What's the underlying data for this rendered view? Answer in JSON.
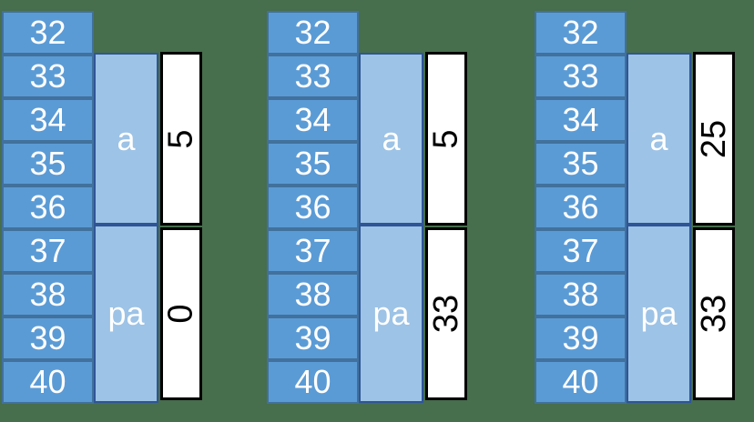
{
  "background_color": "#476E4D",
  "colors": {
    "address_fill": "#5B9BD5",
    "address_border": "#41719C",
    "address_text": "#FFFFFF",
    "label_fill": "#9DC3E6",
    "label_border": "#2F5597",
    "label_text": "#FFFFFF",
    "value_fill": "#FFFFFF",
    "value_border": "#000000",
    "value_text": "#000000"
  },
  "value_text_rotation": "90deg counterclockwise (reads bottom to top)",
  "diagrams": [
    {
      "addresses": [
        "32",
        "33",
        "34",
        "35",
        "36",
        "37",
        "38",
        "39",
        "40"
      ],
      "segments": [
        {
          "label": "a",
          "value": "5",
          "rows": "33-36"
        },
        {
          "label": "pa",
          "value": "0",
          "rows": "37-40"
        }
      ]
    },
    {
      "addresses": [
        "32",
        "33",
        "34",
        "35",
        "36",
        "37",
        "38",
        "39",
        "40"
      ],
      "segments": [
        {
          "label": "a",
          "value": "5",
          "rows": "33-36"
        },
        {
          "label": "pa",
          "value": "33",
          "rows": "37-40"
        }
      ]
    },
    {
      "addresses": [
        "32",
        "33",
        "34",
        "35",
        "36",
        "37",
        "38",
        "39",
        "40"
      ],
      "segments": [
        {
          "label": "a",
          "value": "25",
          "rows": "33-36"
        },
        {
          "label": "pa",
          "value": "33",
          "rows": "37-40"
        }
      ]
    }
  ]
}
